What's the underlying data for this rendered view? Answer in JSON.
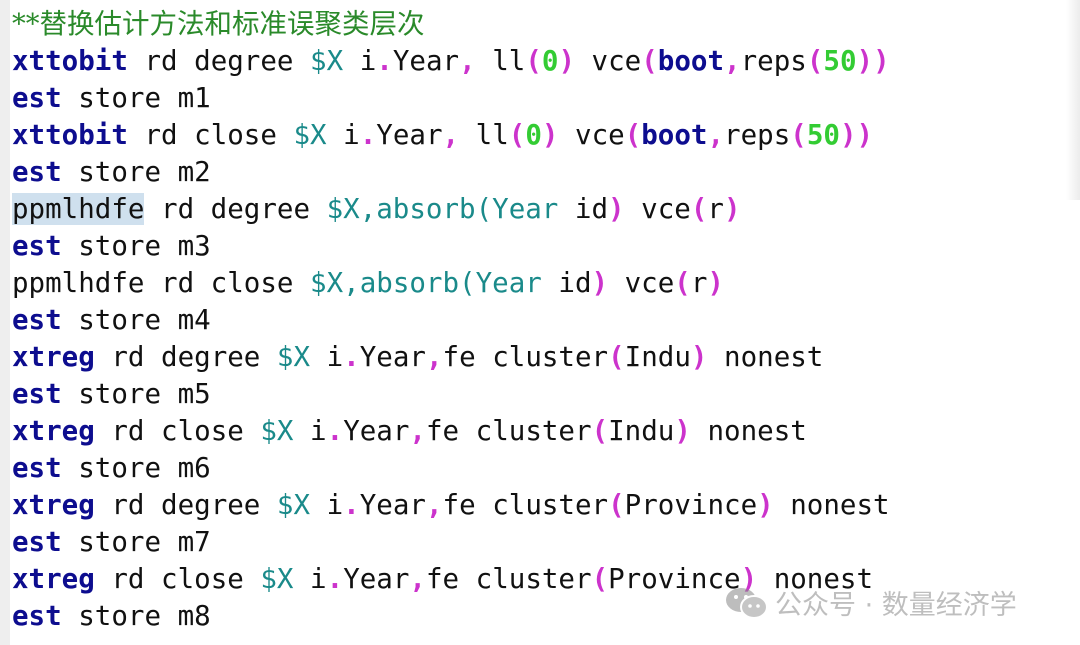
{
  "editor": {
    "lines": [
      {
        "tokens": [
          {
            "t": "**替换估计方法和标准误聚类层次",
            "c": "comment"
          }
        ]
      },
      {
        "tokens": [
          {
            "t": "xttobit",
            "c": "cmd"
          },
          {
            "t": " rd degree ",
            "c": "plain"
          },
          {
            "t": "$X",
            "c": "macro"
          },
          {
            "t": " i",
            "c": "plain"
          },
          {
            "t": ".",
            "c": "punct"
          },
          {
            "t": "Year",
            "c": "plain"
          },
          {
            "t": ",",
            "c": "punct"
          },
          {
            "t": " ll",
            "c": "plain"
          },
          {
            "t": "(",
            "c": "punct"
          },
          {
            "t": "0",
            "c": "num"
          },
          {
            "t": ")",
            "c": "punct"
          },
          {
            "t": " vce",
            "c": "plain"
          },
          {
            "t": "(",
            "c": "punct"
          },
          {
            "t": "boot",
            "c": "kw"
          },
          {
            "t": ",",
            "c": "punct"
          },
          {
            "t": "reps",
            "c": "plain"
          },
          {
            "t": "(",
            "c": "punct"
          },
          {
            "t": "50",
            "c": "num"
          },
          {
            "t": "))",
            "c": "punct"
          }
        ]
      },
      {
        "tokens": [
          {
            "t": "est",
            "c": "cmd"
          },
          {
            "t": " store m1",
            "c": "plain"
          }
        ]
      },
      {
        "tokens": [
          {
            "t": "xttobit",
            "c": "cmd"
          },
          {
            "t": " rd close ",
            "c": "plain"
          },
          {
            "t": "$X",
            "c": "macro"
          },
          {
            "t": " i",
            "c": "plain"
          },
          {
            "t": ".",
            "c": "punct"
          },
          {
            "t": "Year",
            "c": "plain"
          },
          {
            "t": ",",
            "c": "punct"
          },
          {
            "t": " ll",
            "c": "plain"
          },
          {
            "t": "(",
            "c": "punct"
          },
          {
            "t": "0",
            "c": "num"
          },
          {
            "t": ")",
            "c": "punct"
          },
          {
            "t": " vce",
            "c": "plain"
          },
          {
            "t": "(",
            "c": "punct"
          },
          {
            "t": "boot",
            "c": "kw"
          },
          {
            "t": ",",
            "c": "punct"
          },
          {
            "t": "reps",
            "c": "plain"
          },
          {
            "t": "(",
            "c": "punct"
          },
          {
            "t": "50",
            "c": "num"
          },
          {
            "t": "))",
            "c": "punct"
          }
        ]
      },
      {
        "tokens": [
          {
            "t": "est",
            "c": "cmd"
          },
          {
            "t": " store m2",
            "c": "plain"
          }
        ]
      },
      {
        "tokens": [
          {
            "t": "ppmlhdfe",
            "c": "plain sel"
          },
          {
            "t": " rd degree ",
            "c": "plain"
          },
          {
            "t": "$X,absorb(Year",
            "c": "macro"
          },
          {
            "t": " id",
            "c": "plain"
          },
          {
            "t": ")",
            "c": "punct"
          },
          {
            "t": " vce",
            "c": "plain"
          },
          {
            "t": "(",
            "c": "punct"
          },
          {
            "t": "r",
            "c": "plain"
          },
          {
            "t": ")",
            "c": "punct"
          }
        ]
      },
      {
        "tokens": [
          {
            "t": "est",
            "c": "cmd"
          },
          {
            "t": " store m3",
            "c": "plain"
          }
        ]
      },
      {
        "tokens": [
          {
            "t": "ppmlhdfe",
            "c": "plain"
          },
          {
            "t": " rd close ",
            "c": "plain"
          },
          {
            "t": "$X,absorb(Year",
            "c": "macro"
          },
          {
            "t": " id",
            "c": "plain"
          },
          {
            "t": ")",
            "c": "punct"
          },
          {
            "t": " vce",
            "c": "plain"
          },
          {
            "t": "(",
            "c": "punct"
          },
          {
            "t": "r",
            "c": "plain"
          },
          {
            "t": ")",
            "c": "punct"
          }
        ]
      },
      {
        "tokens": [
          {
            "t": "est",
            "c": "cmd"
          },
          {
            "t": " store m4",
            "c": "plain"
          }
        ]
      },
      {
        "tokens": [
          {
            "t": "xtreg",
            "c": "cmd"
          },
          {
            "t": " rd degree ",
            "c": "plain"
          },
          {
            "t": "$X",
            "c": "macro"
          },
          {
            "t": " i",
            "c": "plain"
          },
          {
            "t": ".",
            "c": "punct"
          },
          {
            "t": "Year",
            "c": "plain"
          },
          {
            "t": ",",
            "c": "punct"
          },
          {
            "t": "fe cluster",
            "c": "plain"
          },
          {
            "t": "(",
            "c": "punct"
          },
          {
            "t": "Indu",
            "c": "plain"
          },
          {
            "t": ")",
            "c": "punct"
          },
          {
            "t": " nonest",
            "c": "plain"
          }
        ]
      },
      {
        "tokens": [
          {
            "t": "est",
            "c": "cmd"
          },
          {
            "t": " store m5",
            "c": "plain"
          }
        ]
      },
      {
        "tokens": [
          {
            "t": "xtreg",
            "c": "cmd"
          },
          {
            "t": " rd close ",
            "c": "plain"
          },
          {
            "t": "$X",
            "c": "macro"
          },
          {
            "t": " i",
            "c": "plain"
          },
          {
            "t": ".",
            "c": "punct"
          },
          {
            "t": "Year",
            "c": "plain"
          },
          {
            "t": ",",
            "c": "punct"
          },
          {
            "t": "fe cluster",
            "c": "plain"
          },
          {
            "t": "(",
            "c": "punct"
          },
          {
            "t": "Indu",
            "c": "plain"
          },
          {
            "t": ")",
            "c": "punct"
          },
          {
            "t": " nonest",
            "c": "plain"
          }
        ]
      },
      {
        "tokens": [
          {
            "t": "est",
            "c": "cmd"
          },
          {
            "t": " store m6",
            "c": "plain"
          }
        ]
      },
      {
        "tokens": [
          {
            "t": "xtreg",
            "c": "cmd"
          },
          {
            "t": " rd degree ",
            "c": "plain"
          },
          {
            "t": "$X",
            "c": "macro"
          },
          {
            "t": " i",
            "c": "plain"
          },
          {
            "t": ".",
            "c": "punct"
          },
          {
            "t": "Year",
            "c": "plain"
          },
          {
            "t": ",",
            "c": "punct"
          },
          {
            "t": "fe cluster",
            "c": "plain"
          },
          {
            "t": "(",
            "c": "punct"
          },
          {
            "t": "Province",
            "c": "plain"
          },
          {
            "t": ")",
            "c": "punct"
          },
          {
            "t": " nonest",
            "c": "plain"
          }
        ]
      },
      {
        "tokens": [
          {
            "t": "est",
            "c": "cmd"
          },
          {
            "t": " store m7",
            "c": "plain"
          }
        ]
      },
      {
        "tokens": [
          {
            "t": "xtreg",
            "c": "cmd"
          },
          {
            "t": " rd close ",
            "c": "plain"
          },
          {
            "t": "$X",
            "c": "macro"
          },
          {
            "t": " i",
            "c": "plain"
          },
          {
            "t": ".",
            "c": "punct"
          },
          {
            "t": "Year",
            "c": "plain"
          },
          {
            "t": ",",
            "c": "punct"
          },
          {
            "t": "fe cluster",
            "c": "plain"
          },
          {
            "t": "(",
            "c": "punct"
          },
          {
            "t": "Province",
            "c": "plain"
          },
          {
            "t": ")",
            "c": "punct"
          },
          {
            "t": " nonest",
            "c": "plain"
          }
        ]
      },
      {
        "tokens": [
          {
            "t": "est",
            "c": "cmd"
          },
          {
            "t": " store m8",
            "c": "plain"
          }
        ]
      }
    ],
    "colors": {
      "command": "#0d0d8f",
      "macro": "#1a8a8a",
      "punctuation": "#cc33cc",
      "number": "#33cc33",
      "comment": "#2a8a2a",
      "selection": "#cfe0ee"
    }
  },
  "watermark": {
    "icon": "wechat-icon",
    "text": "公众号 · 数量经济学"
  }
}
